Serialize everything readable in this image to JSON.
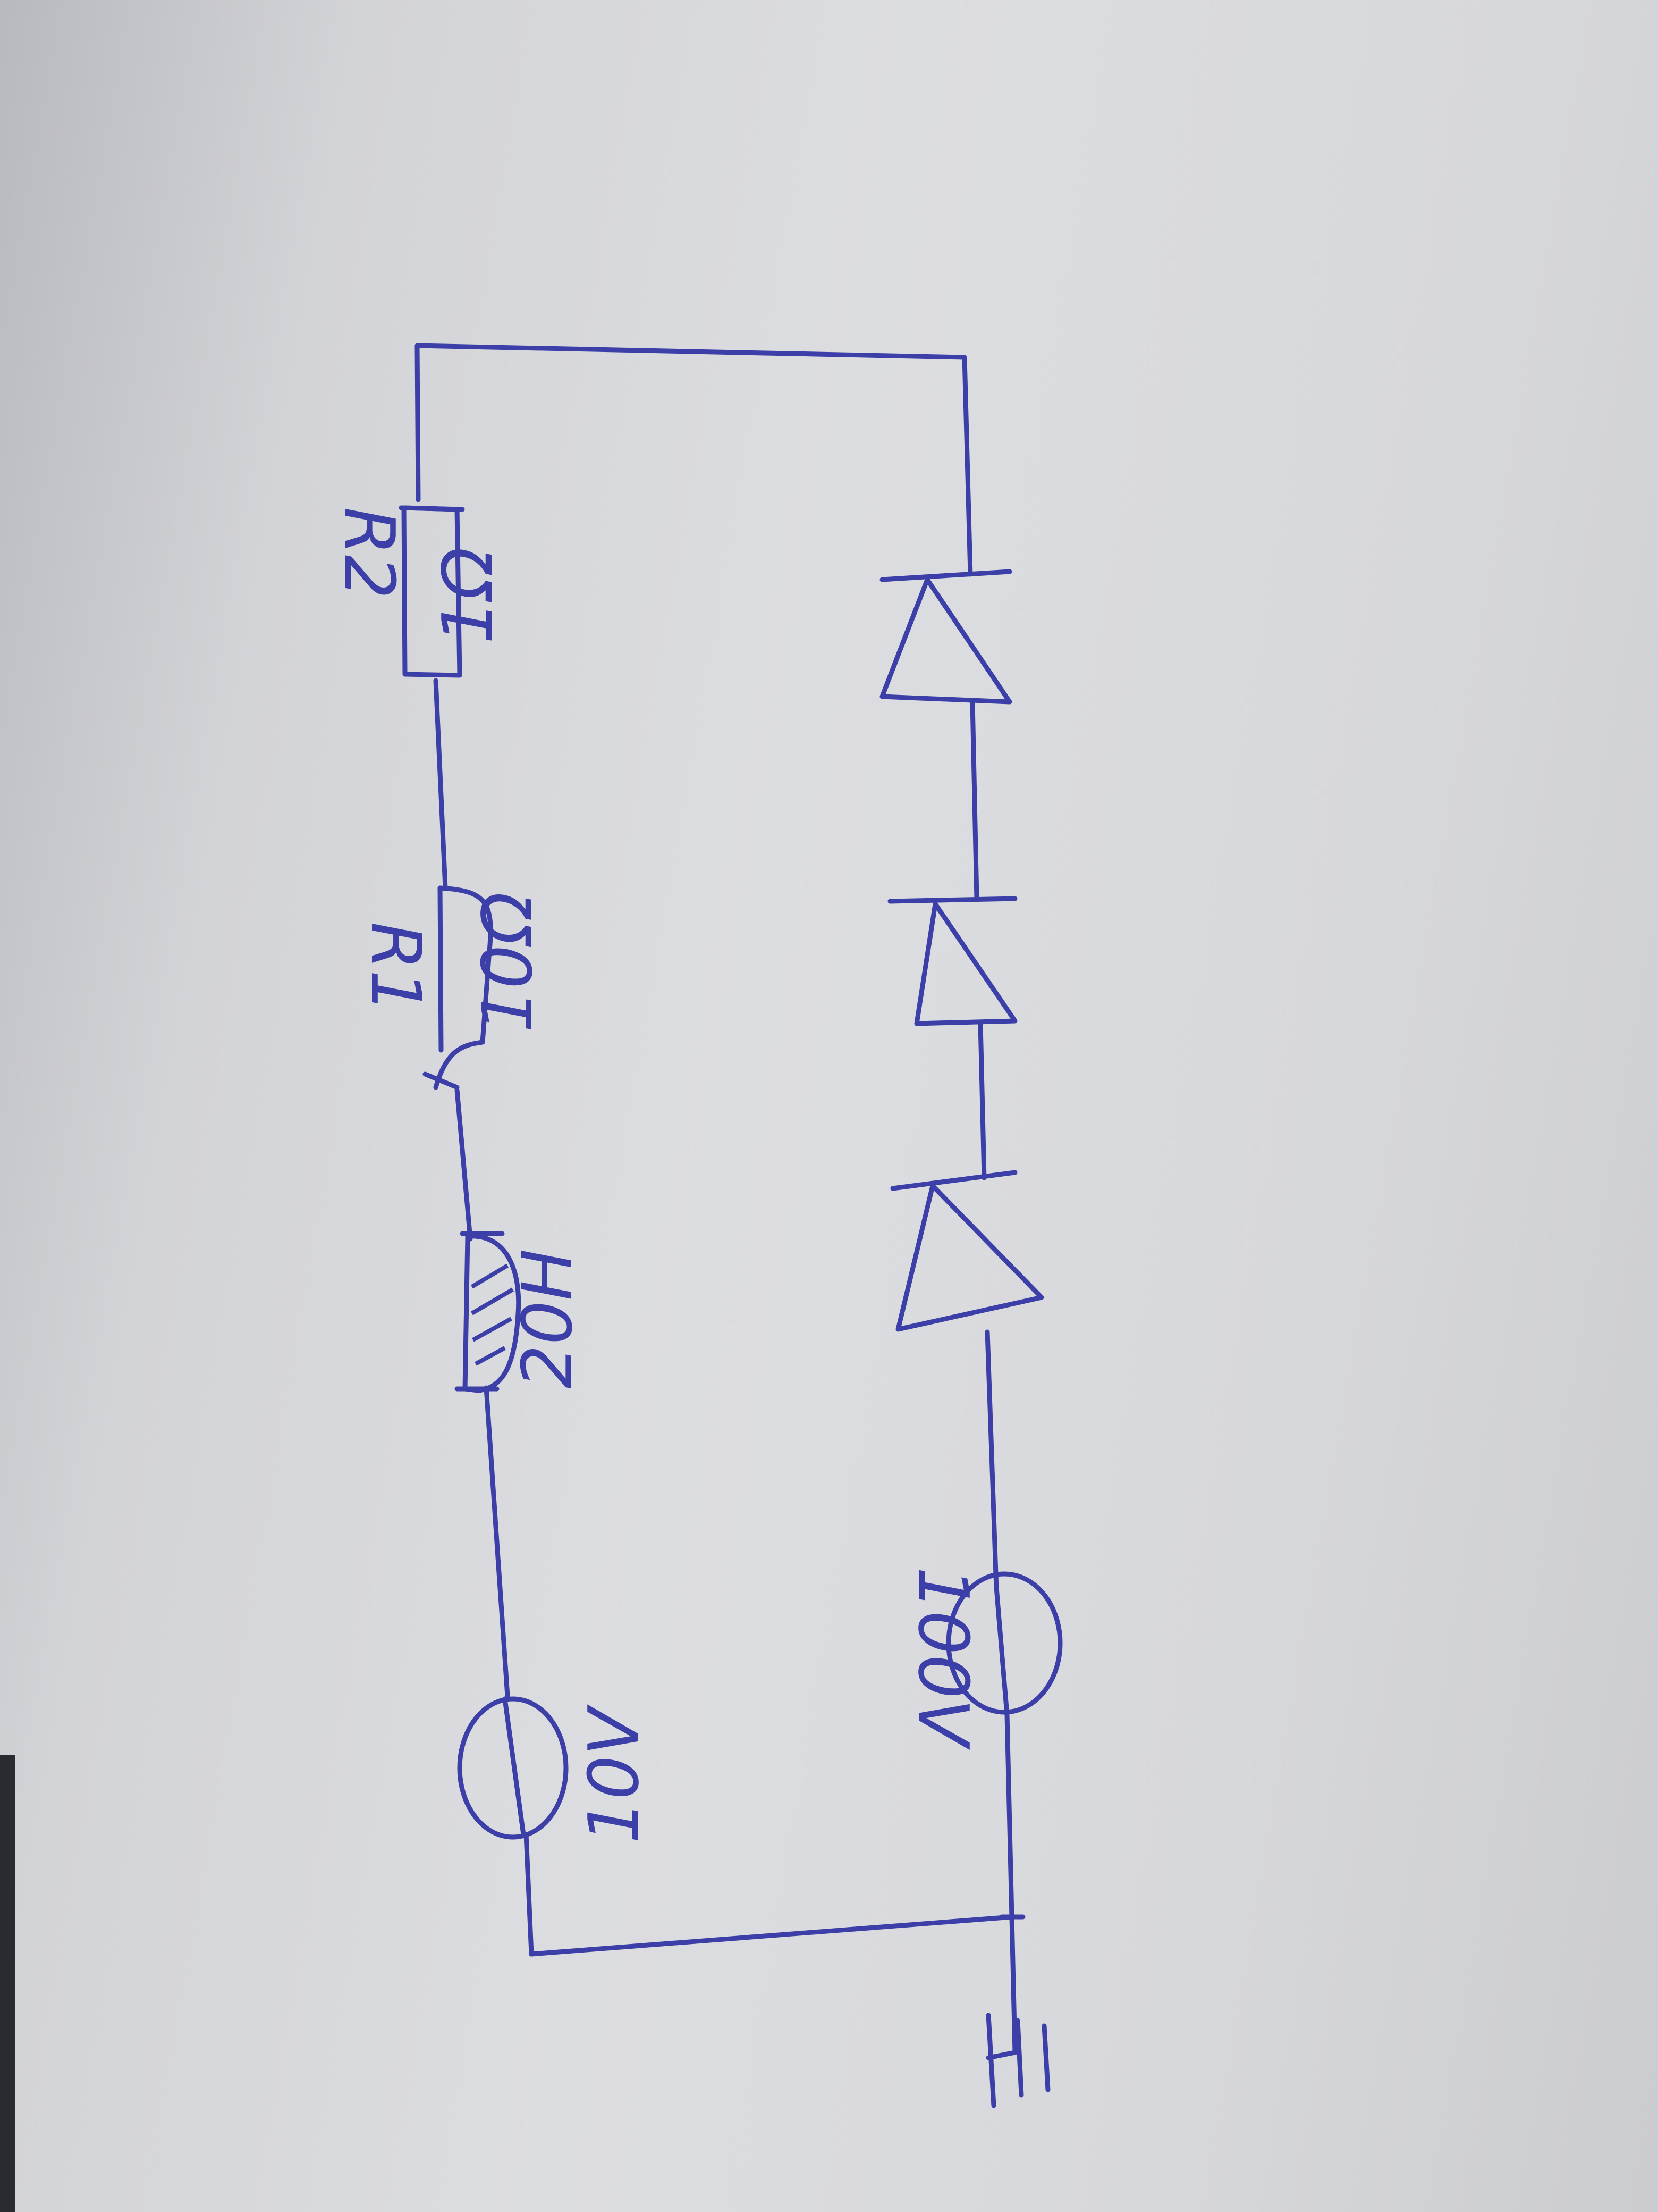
{
  "circuit": {
    "r2": {
      "designator": "R2",
      "value": "1Ω"
    },
    "r1": {
      "designator": "R1",
      "value": "10Ω"
    },
    "inductor": {
      "value": "20H"
    },
    "source_left": {
      "value": "10V"
    },
    "source_right": {
      "value": "100V"
    },
    "diode_count": 3
  },
  "colors": {
    "ink": "#3d3fa8",
    "paper": "#dcdde1"
  }
}
